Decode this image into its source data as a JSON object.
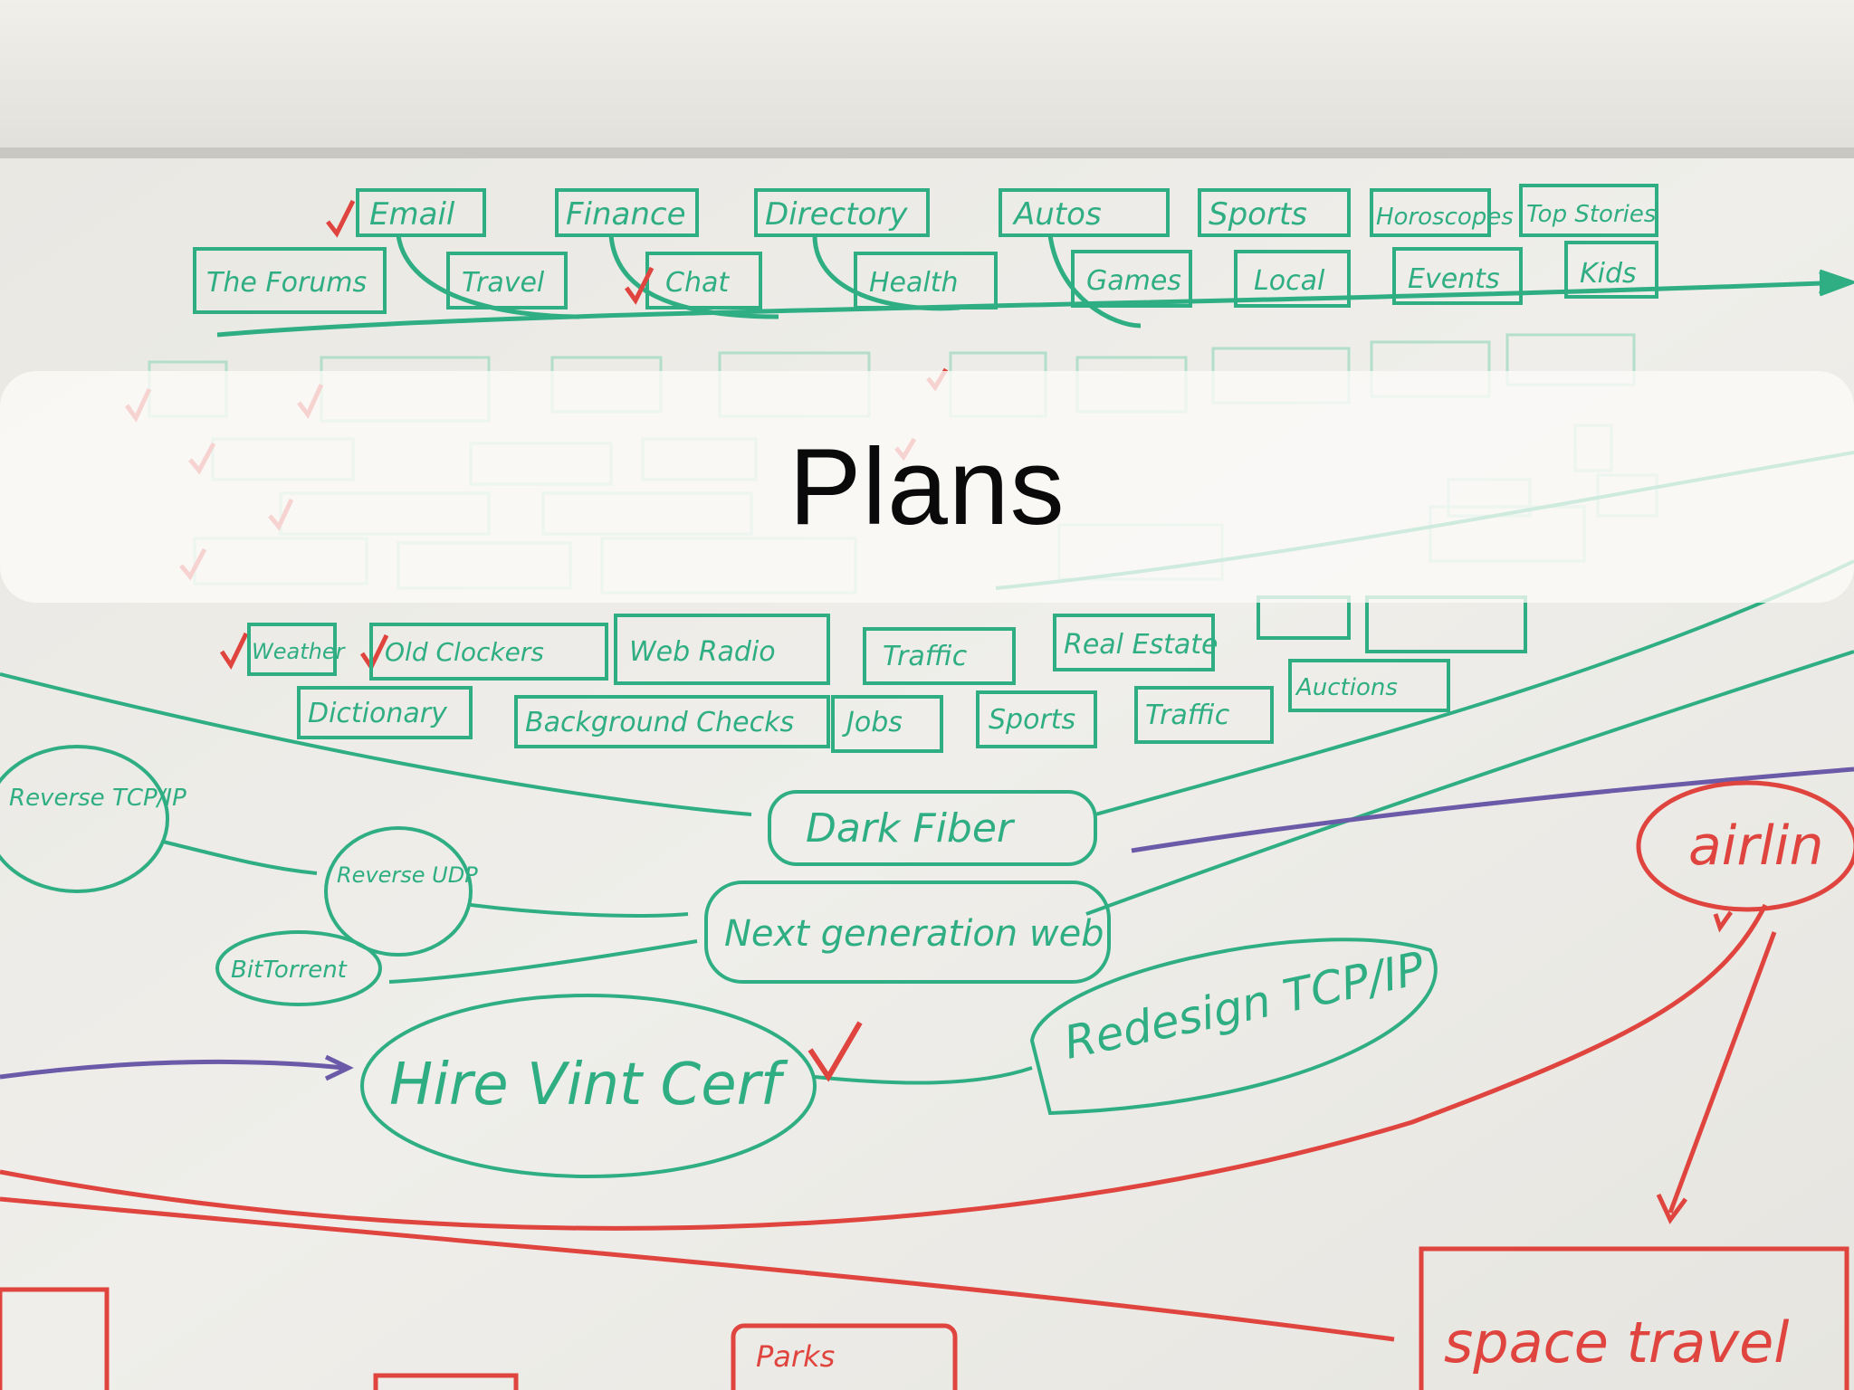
{
  "slide": {
    "title": "Plans"
  },
  "whiteboard": {
    "green_ink": "#2fae84",
    "red_ink": "#e0443f",
    "purple_ink": "#6b5aa8",
    "top_rows": [
      [
        "Email",
        "Finance",
        "Directory",
        "Autos",
        "Sports",
        "Horoscopes",
        "Top Stories"
      ],
      [
        "The Forums",
        "Travel",
        "Chat",
        "Health",
        "Games",
        "Local",
        "Events",
        "Kids"
      ]
    ],
    "lower_rows": [
      [
        "Weather",
        "Old Clockers",
        "Web Radio",
        "Traffic",
        "Real Estate"
      ],
      [
        "Dictionary",
        "Background Checks",
        "Jobs",
        "Sports",
        "Traffic",
        "Auctions"
      ]
    ],
    "bubbles": {
      "reverse_tcp_left": "Reverse TCP/IP",
      "reverse_udp": "Reverse UDP",
      "bittorrent": "BitTorrent",
      "dark_fiber": "Dark Fiber",
      "next_gen_web": "Next generation web",
      "hire_vint_cerf": "Hire Vint Cerf",
      "redesign_tcp": "Redesign TCP/IP",
      "airlines": "airlin",
      "space_travel": "space travel",
      "parks": "Parks"
    }
  }
}
